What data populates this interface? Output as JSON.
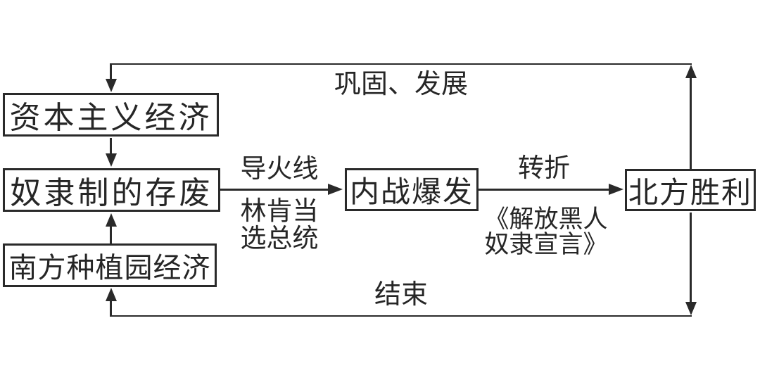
{
  "diagram": {
    "nodes": [
      {
        "id": "capitalism",
        "label": "资本主义经济"
      },
      {
        "id": "slavery_issue",
        "label": "奴隶制的存废"
      },
      {
        "id": "plantation",
        "label": "南方种植园经济"
      },
      {
        "id": "civil_war",
        "label": "内战爆发"
      },
      {
        "id": "north_victory",
        "label": "北方胜利"
      }
    ],
    "labels": {
      "consolidate_develop": "巩固、发展",
      "fuse": "导火线",
      "lincoln_line1": "林肯当",
      "lincoln_line2": "选总统",
      "turning_point": "转折",
      "proclamation_line1": "《解放黑人",
      "proclamation_line2": "奴隶宣言》",
      "end": "结束"
    },
    "edges": [
      {
        "from": "capitalism",
        "to": "slavery_issue",
        "label": ""
      },
      {
        "from": "plantation",
        "to": "slavery_issue",
        "label": ""
      },
      {
        "from": "slavery_issue",
        "to": "civil_war",
        "label": "导火线 林肯当选总统"
      },
      {
        "from": "civil_war",
        "to": "north_victory",
        "label": "转折 《解放黑人奴隶宣言》"
      },
      {
        "from": "north_victory",
        "to": "capitalism",
        "label": "巩固、发展"
      },
      {
        "from": "north_victory",
        "to": "plantation",
        "label": "结束"
      }
    ],
    "colors": {
      "line": "#2a2a2a",
      "text": "#262626",
      "background": "#ffffff"
    }
  }
}
